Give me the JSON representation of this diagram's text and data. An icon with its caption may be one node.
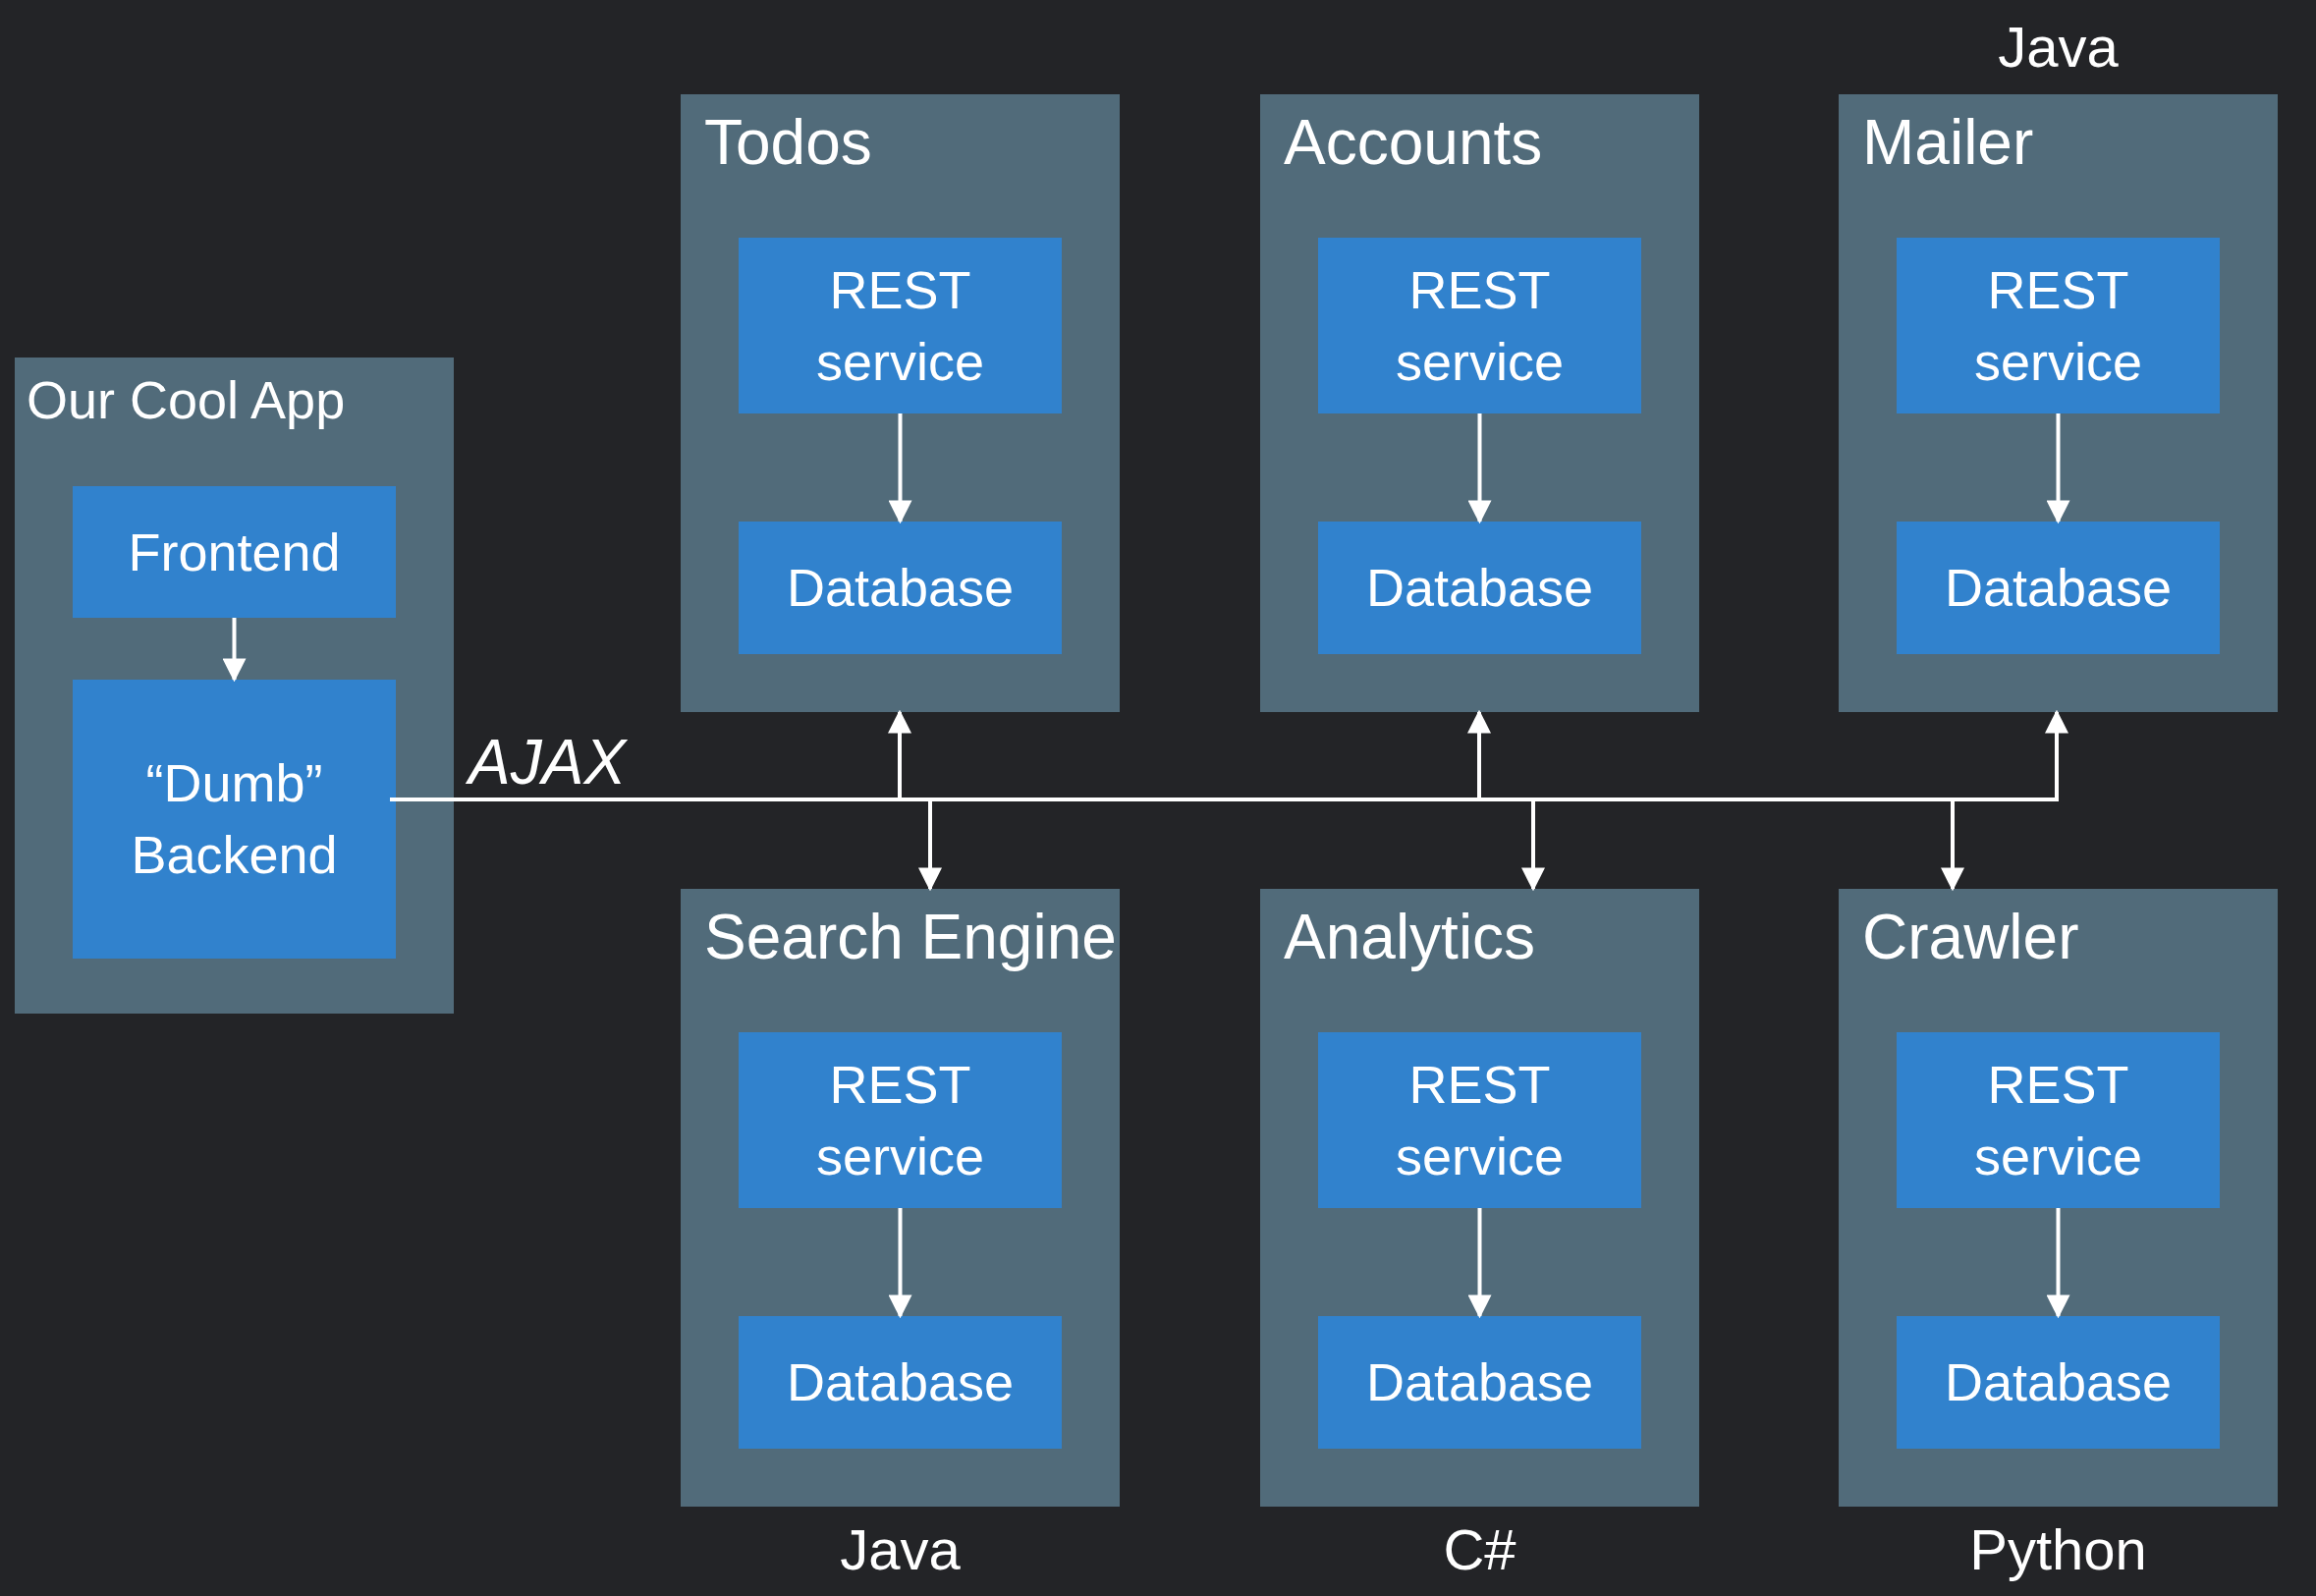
{
  "diagram": {
    "nodes": [
      {
        "text": [
          "Our Cool App"
        ]
      },
      {
        "text": [
          "Frontend"
        ],
        "in": 0
      },
      {
        "text": [
          "“Dumb” Backend"
        ],
        "in": 0
      },
      {
        "text": [
          "Todos"
        ]
      },
      {
        "text": [
          "REST service"
        ],
        "in": 3
      },
      {
        "text": [
          "Database"
        ],
        "in": 3
      },
      {
        "text": [
          "Accounts"
        ]
      },
      {
        "text": [
          "REST service"
        ],
        "in": 6
      },
      {
        "text": [
          "Database"
        ],
        "in": 6
      },
      {
        "text": [
          "Mailer"
        ],
        "beside": [
          "Java"
        ]
      },
      {
        "text": [
          "REST service"
        ],
        "in": 9
      },
      {
        "text": [
          "Database"
        ],
        "in": 9
      },
      {
        "text": [
          "Search Engine"
        ],
        "beside": [
          "Java"
        ]
      },
      {
        "text": [
          "REST service"
        ],
        "in": 12
      },
      {
        "text": [
          "Database"
        ],
        "in": 12
      },
      {
        "text": [
          "Analytics"
        ],
        "beside": [
          "C#"
        ]
      },
      {
        "text": [
          "REST service"
        ],
        "in": 15
      },
      {
        "text": [
          "Database"
        ],
        "in": 15
      },
      {
        "text": [
          "Crawler"
        ],
        "beside": [
          "Python"
        ]
      },
      {
        "text": [
          "REST service"
        ],
        "in": 18
      },
      {
        "text": [
          "Database"
        ],
        "in": 18
      }
    ],
    "edges": [
      {
        "from": 1,
        "to": 2,
        "arrow": "to"
      },
      {
        "from": 4,
        "to": 5,
        "arrow": "to"
      },
      {
        "from": 7,
        "to": 8,
        "arrow": "to"
      },
      {
        "from": 10,
        "to": 11,
        "arrow": "to"
      },
      {
        "from": 13,
        "to": 14,
        "arrow": "to"
      },
      {
        "from": 16,
        "to": 17,
        "arrow": "to"
      },
      {
        "from": 19,
        "to": 20,
        "arrow": "to"
      },
      {
        "from": 2,
        "to": 3,
        "arrow": "to",
        "label": "AJAX"
      },
      {
        "from": 2,
        "to": 6,
        "arrow": "to"
      },
      {
        "from": 2,
        "to": 9,
        "arrow": "to"
      },
      {
        "from": 2,
        "to": 12,
        "arrow": "to"
      },
      {
        "from": 2,
        "to": 15,
        "arrow": "to"
      },
      {
        "from": 2,
        "to": 18,
        "arrow": "to"
      }
    ]
  }
}
